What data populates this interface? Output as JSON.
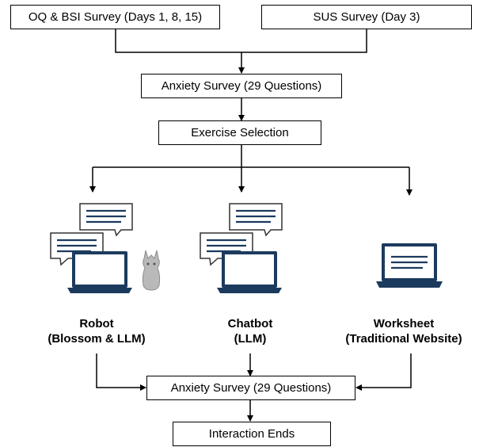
{
  "boxes": {
    "oq_bsi": "OQ & BSI Survey (Days 1, 8, 15)",
    "sus": "SUS Survey (Day 3)",
    "anxiety_pre": "Anxiety Survey (29 Questions)",
    "exercise_selection": "Exercise Selection",
    "anxiety_post": "Anxiety Survey (29 Questions)",
    "interaction_ends": "Interaction Ends"
  },
  "conditions": [
    {
      "line1": "Robot",
      "line2": "(Blossom & LLM)"
    },
    {
      "line1": "Chatbot",
      "line2": "(LLM)"
    },
    {
      "line1": "Worksheet",
      "line2": "(Traditional Website)"
    }
  ],
  "icons": {
    "robot": [
      "chat-bubbles-icon",
      "laptop-icon",
      "robot-figure-icon"
    ],
    "chatbot": [
      "chat-bubbles-icon",
      "laptop-icon"
    ],
    "worksheet": [
      "laptop-icon"
    ]
  },
  "colors": {
    "laptop": "#1c3a5e",
    "laptop_screen": "#ffffff",
    "line": "#000000",
    "robot": "#b9b9b9"
  }
}
